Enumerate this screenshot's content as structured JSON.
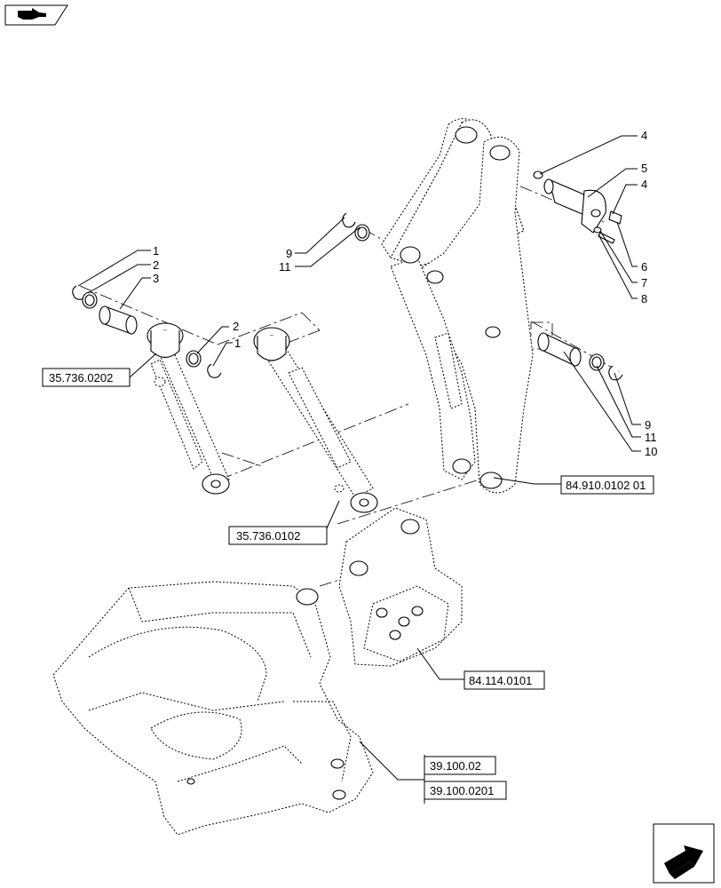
{
  "callouts": {
    "c1a": "1",
    "c2a": "2",
    "c3": "3",
    "c2b": "2",
    "c1b": "1",
    "c9a": "9",
    "c11a": "11",
    "c4a": "4",
    "c5": "5",
    "c4b": "4",
    "c6": "6",
    "c7": "7",
    "c8": "8",
    "c9b": "9",
    "c11b": "11",
    "c10": "10"
  },
  "references": {
    "ref_cylinder_left": "35.736.0202",
    "ref_cylinder_right": "35.736.0102",
    "ref_boom": "84.910.0102 01",
    "ref_bracket": "84.114.0101",
    "ref_frame_1": "39.100.02",
    "ref_frame_2": "39.100.0201"
  },
  "icons": {
    "top_left": "hand-pointer-icon",
    "bottom_right": "next-page-arrow-icon"
  }
}
